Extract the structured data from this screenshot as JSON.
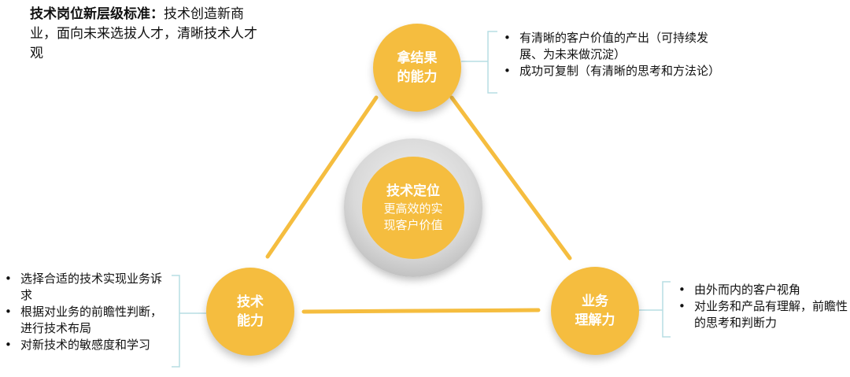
{
  "title": {
    "bold": "技术岗位新层级标准：",
    "rest": "技术创造新商业，面向未来选拔人才，清晰技术人才观"
  },
  "core": {
    "title": "技术定位",
    "line1": "更高效的实",
    "line2": "现客户价值"
  },
  "nodes": {
    "top": {
      "line1": "拿结果",
      "line2": "的能力"
    },
    "left": {
      "line1": "技术",
      "line2": "能力"
    },
    "right": {
      "line1": "业务",
      "line2": "理解力"
    }
  },
  "bullets": {
    "top": [
      "有清晰的客户价值的产出（可持续发展、为未来做沉淀）",
      "成功可复制（有清晰的思考和方法论）"
    ],
    "left": [
      "选择合适的技术实现业务诉求",
      "根据对业务的前瞻性判断，进行技术布局",
      "对新技术的敏感度和学习"
    ],
    "right": [
      "由外而内的客户视角",
      "对业务和产品有理解，前瞻性的思考和判断力"
    ]
  },
  "colors": {
    "accent": "#f5bd3f",
    "bracket": "#b7dde3",
    "ring": "#cccccc"
  }
}
